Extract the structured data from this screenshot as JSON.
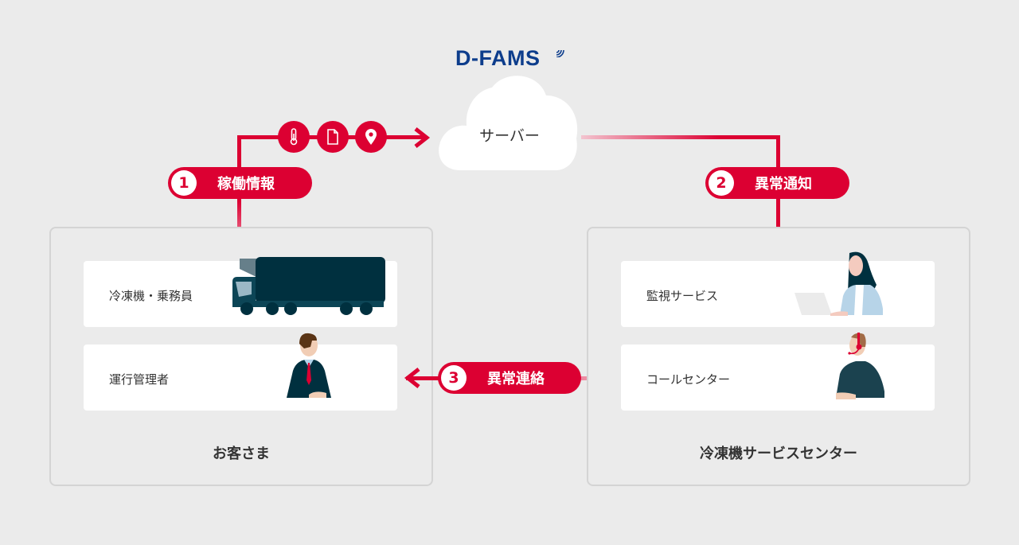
{
  "logo": {
    "text": "D-FAMS",
    "color": "#0d3d8c"
  },
  "server": {
    "label": "サーバー"
  },
  "steps": [
    {
      "number": "1",
      "label": "稼働情報"
    },
    {
      "number": "2",
      "label": "異常通知"
    },
    {
      "number": "3",
      "label": "異常連絡"
    }
  ],
  "data_icons": [
    "thermometer-icon",
    "document-icon",
    "location-pin-icon"
  ],
  "groups": {
    "customer": {
      "title": "お客さま",
      "cards": [
        {
          "label": "冷凍機・乗務員",
          "illustration": "truck"
        },
        {
          "label": "運行管理者",
          "illustration": "manager"
        }
      ]
    },
    "service_center": {
      "title": "冷凍機サービスセンター",
      "cards": [
        {
          "label": "監視サービス",
          "illustration": "monitoring-operator"
        },
        {
          "label": "コールセンター",
          "illustration": "call-center-operator"
        }
      ]
    }
  },
  "colors": {
    "accent": "#dc0032",
    "background": "#ebebeb",
    "dark": "#00303f"
  }
}
